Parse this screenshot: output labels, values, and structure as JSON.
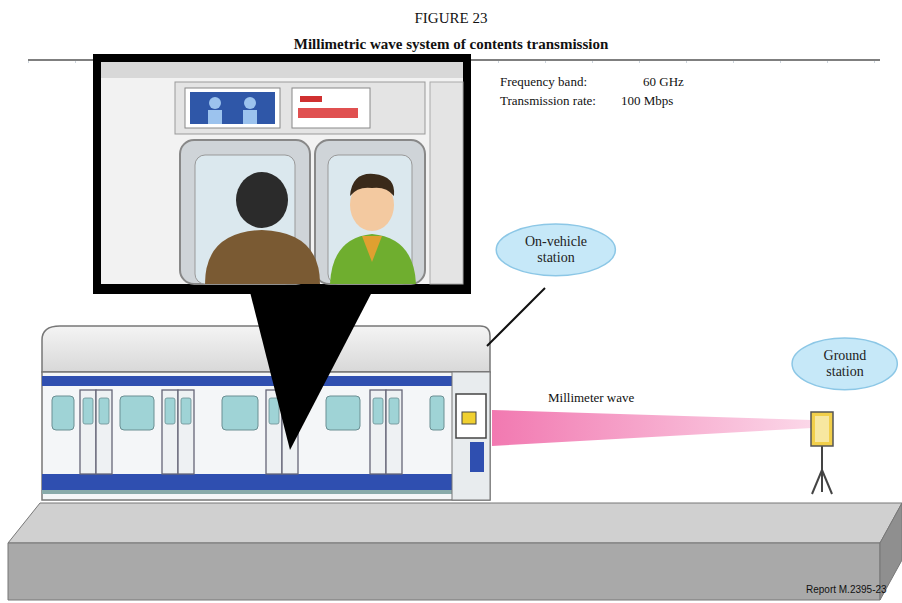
{
  "diagram": {
    "title": "FIGURE 23",
    "caption": "Report M.2395-23",
    "nodes": [
      {
        "text": [
          "On-vehicle station"
        ]
      },
      {
        "text": [
          "Ground station"
        ]
      }
    ],
    "labels": [
      "Millimetric wave system of contents transmission",
      "Frequency band:",
      "60 GHz",
      "Transmission rate:",
      "100 Mbps",
      "Millimeter wave"
    ]
  }
}
